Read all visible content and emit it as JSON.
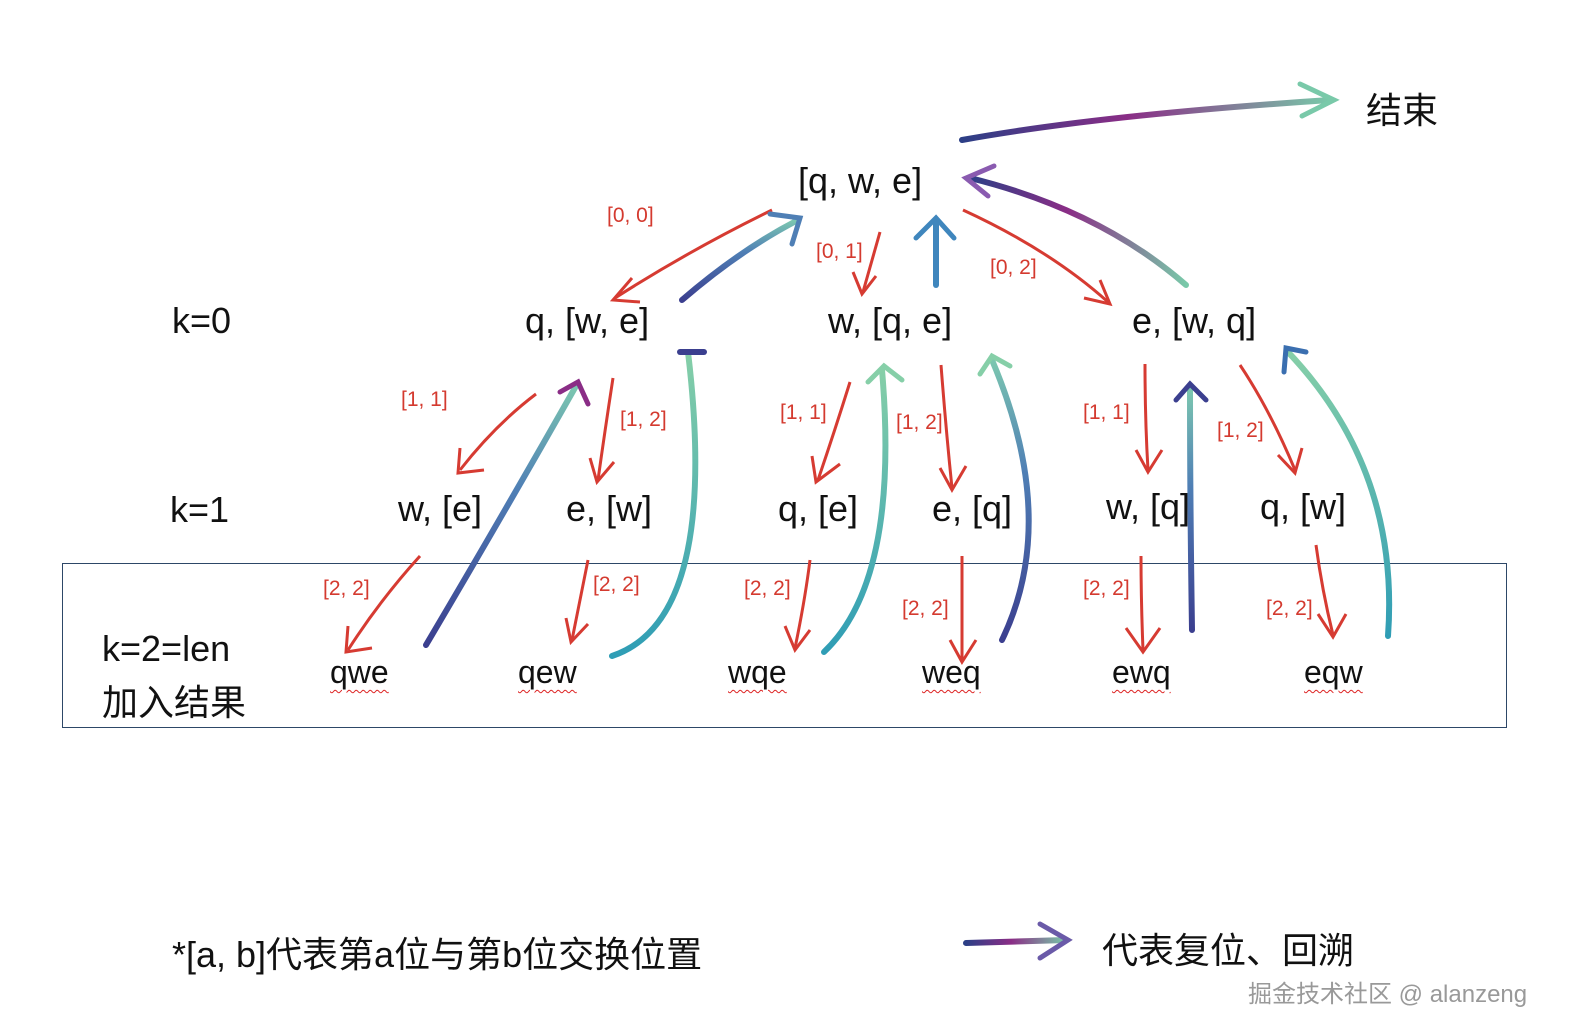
{
  "root": "[q, w, e]",
  "end_label": "结束",
  "levels": {
    "k0": "k=0",
    "k1": "k=1",
    "k2_line1": "k=2=len",
    "k2_line2": "加入结果"
  },
  "level0_nodes": [
    "q, [w, e]",
    "w, [q, e]",
    "e, [w, q]"
  ],
  "level1_nodes": [
    "w, [e]",
    "e, [w]",
    "q, [e]",
    "e, [q]",
    "w, [q]",
    "q, [w]"
  ],
  "results": [
    "qwe",
    "qew",
    "wqe",
    "weq",
    "ewq",
    "eqw"
  ],
  "swap_labels": {
    "root": [
      "[0, 0]",
      "[0, 1]",
      "[0, 2]"
    ],
    "level0": [
      "[1, 1]",
      "[1, 2]",
      "[1, 1]",
      "[1, 2]",
      "[1, 1]",
      "[1, 2]"
    ],
    "level1": [
      "[2, 2]",
      "[2, 2]",
      "[2, 2]",
      "[2, 2]",
      "[2, 2]",
      "[2, 2]"
    ]
  },
  "legend": {
    "swap_note": "*[a, b]代表第a位与第b位交换位置",
    "backtrack_note": "代表复位、回溯"
  },
  "watermark": "掘金技术社区 @ alanzeng",
  "colors": {
    "swap_arrow": "#d63b32",
    "backtrack_start": "#3b3f8f",
    "backtrack_mid": "#8a2d86",
    "backtrack_end": "#7cc7b0",
    "box_border": "#2d4767"
  }
}
